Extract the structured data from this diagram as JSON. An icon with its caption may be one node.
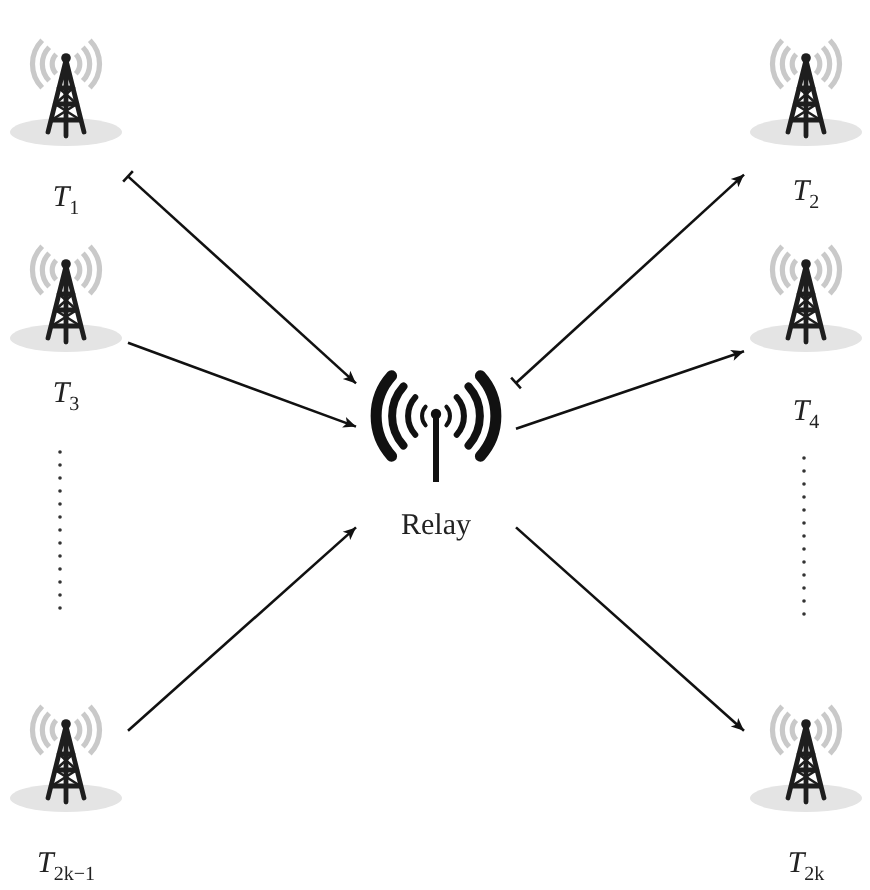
{
  "diagram": {
    "nodes": [
      {
        "text": [
          "T$_{1}$"
        ]
      },
      {
        "text": [
          "T$_{2}$"
        ]
      },
      {
        "text": [
          "T$_{3}$"
        ]
      },
      {
        "text": [
          "T$_{4}$"
        ]
      },
      {
        "text": [
          "Relay"
        ]
      },
      {
        "text": [
          "T$_{2k−1}$"
        ]
      },
      {
        "text": [
          "T$_{2k}$"
        ]
      }
    ],
    "edges": [
      {
        "from": 0,
        "to": 4,
        "arrow": "to"
      },
      {
        "from": 2,
        "to": 4,
        "arrow": "to"
      },
      {
        "from": 5,
        "to": 4,
        "arrow": "to"
      },
      {
        "from": 4,
        "to": 1,
        "arrow": "to"
      },
      {
        "from": 4,
        "to": 3,
        "arrow": "to"
      },
      {
        "from": 4,
        "to": 6,
        "arrow": "to"
      }
    ]
  }
}
